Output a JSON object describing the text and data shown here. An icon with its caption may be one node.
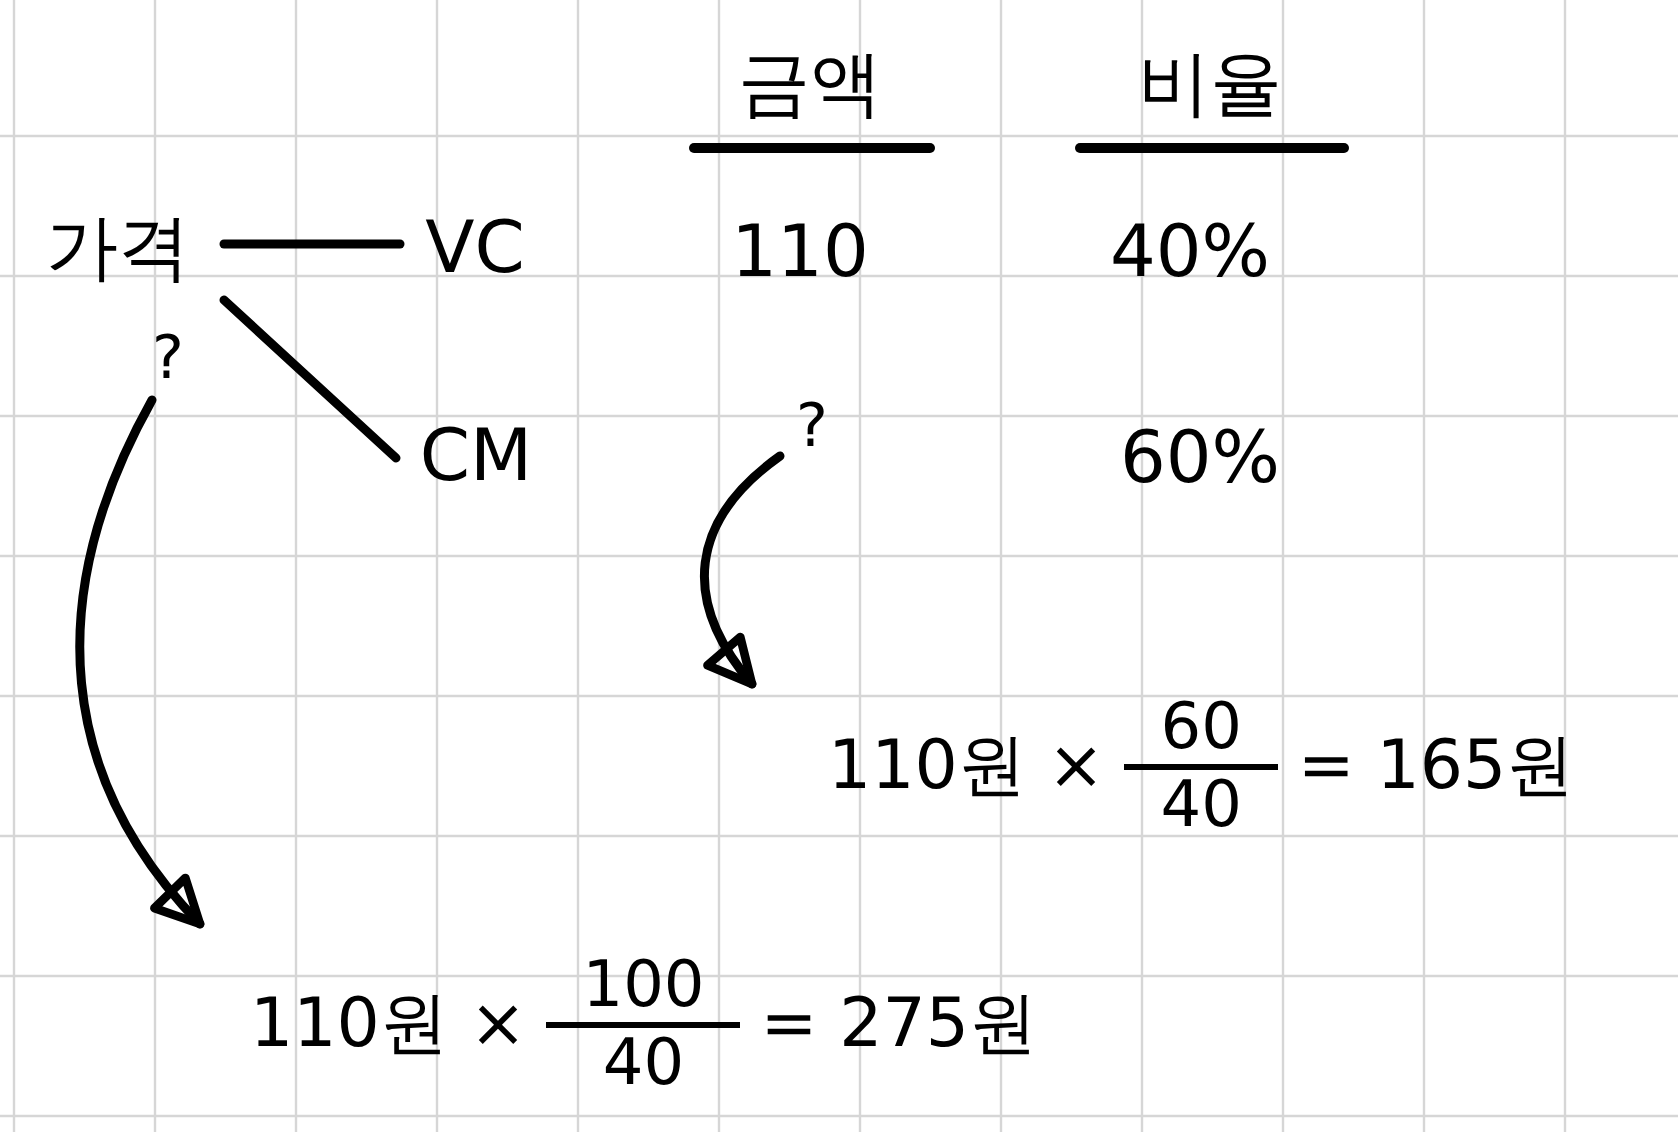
{
  "diagram": {
    "nodes": [
      {
        "text": [
          "가격"
        ]
      },
      {
        "text": [
          "VC"
        ]
      },
      {
        "text": [
          "CM"
        ]
      },
      {
        "text": [
          "?"
        ]
      },
      {
        "text": [
          "110원 ×",
          "100",
          "40",
          "= 275원"
        ]
      },
      {
        "text": [
          "?"
        ]
      },
      {
        "text": [
          "110원 ×",
          "60",
          "40",
          "= 165원"
        ]
      }
    ],
    "edges": [
      {
        "from": 0,
        "to": 1,
        "arrow": "none"
      },
      {
        "from": 0,
        "to": 2,
        "arrow": "none"
      },
      {
        "from": 3,
        "to": 4,
        "arrow": "to"
      },
      {
        "from": 5,
        "to": 6,
        "arrow": "to"
      }
    ],
    "labels": [
      "금액",
      "비율",
      "110",
      "40%",
      "60%"
    ]
  }
}
